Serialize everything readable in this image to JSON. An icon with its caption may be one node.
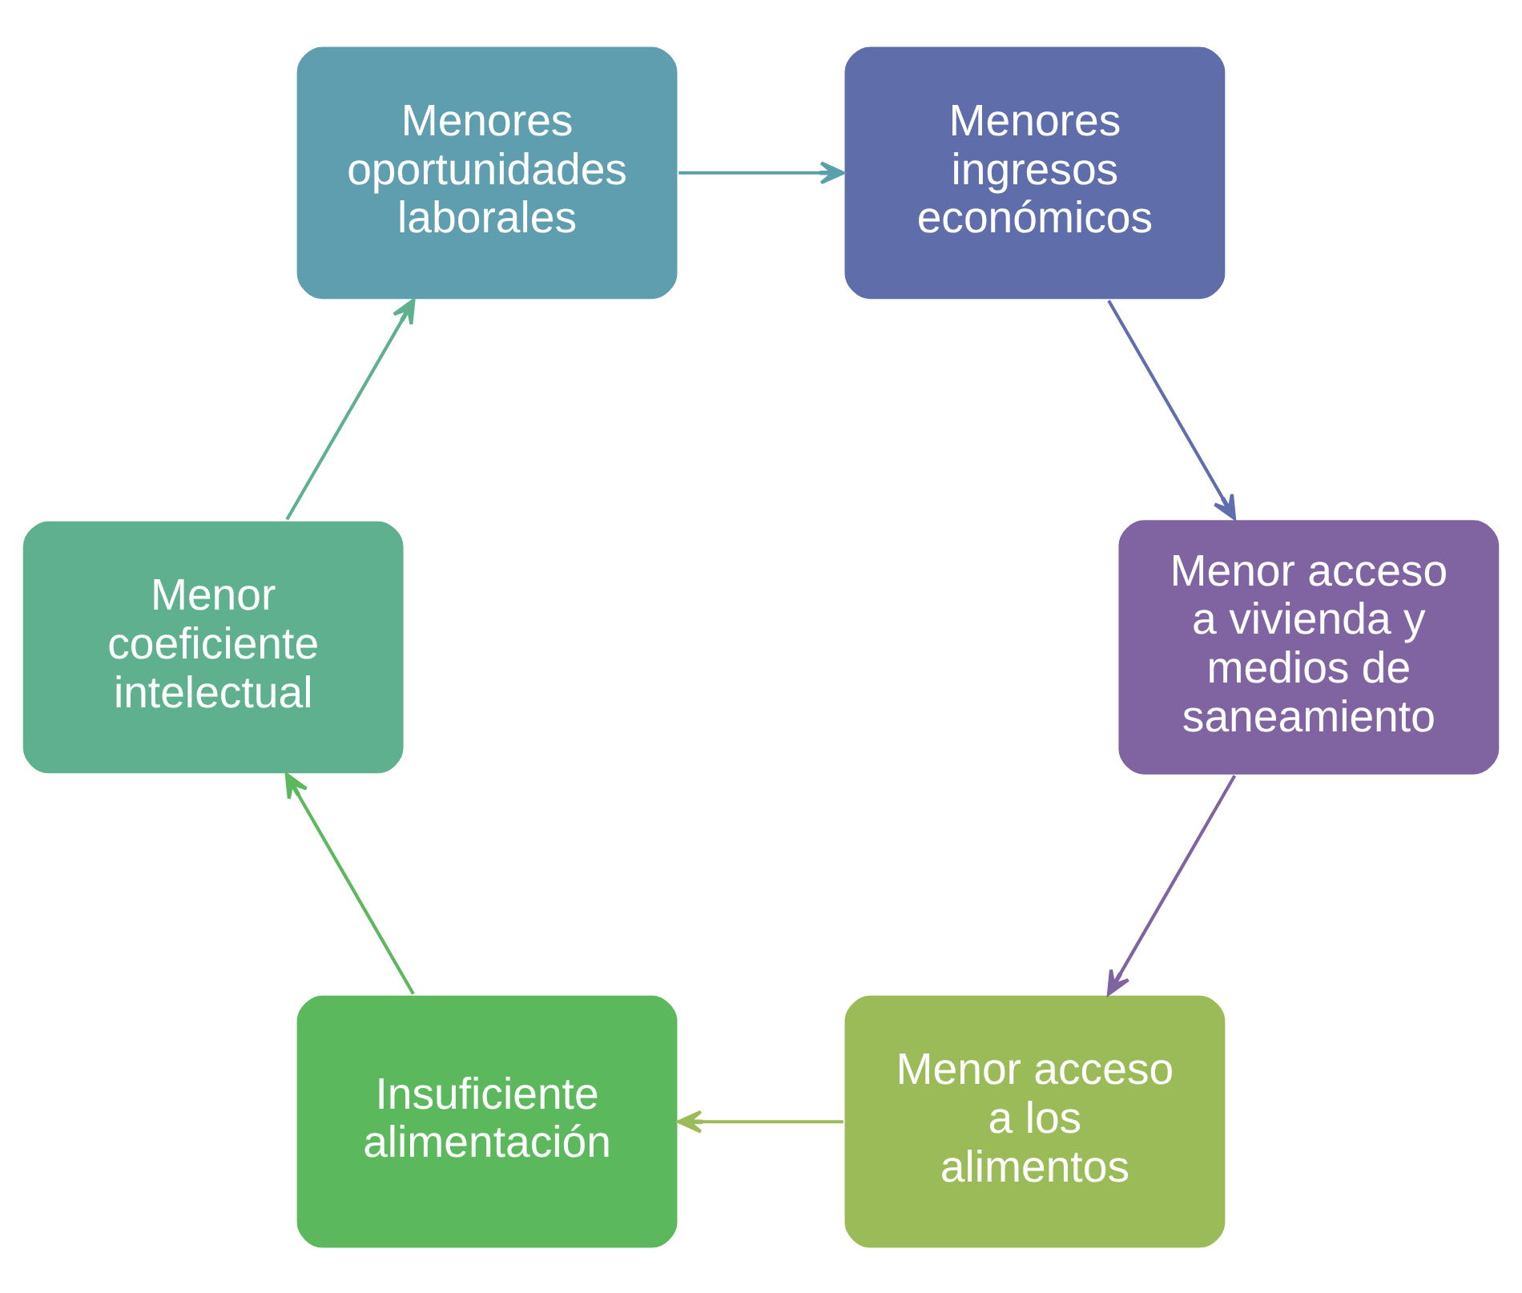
{
  "diagram": {
    "nodes": [
      {
        "text": [
          "Menor acceso a los alimentos"
        ]
      },
      {
        "text": [
          "Insuficiente alimentación"
        ]
      },
      {
        "text": [
          "Menor coeficiente intelectual"
        ]
      },
      {
        "text": [
          "Menores oportunidades laborales"
        ]
      },
      {
        "text": [
          "Menores ingresos económicos"
        ]
      },
      {
        "text": [
          "Menor acceso a vivienda y medios de saneamiento"
        ]
      }
    ],
    "edges": [
      {
        "from": 0,
        "to": 1,
        "arrow": "to",
        "color": "#9bbb59"
      },
      {
        "from": 1,
        "to": 2,
        "arrow": "to",
        "color": "#5cb85c"
      },
      {
        "from": 2,
        "to": 3,
        "arrow": "to",
        "color": "#5eb08f"
      },
      {
        "from": 3,
        "to": 4,
        "arrow": "to",
        "color": "#5b9fad"
      },
      {
        "from": 4,
        "to": 5,
        "arrow": "to",
        "color": "#5f6fad"
      },
      {
        "from": 5,
        "to": 0,
        "arrow": "to",
        "color": "#8064a2"
      }
    ]
  }
}
